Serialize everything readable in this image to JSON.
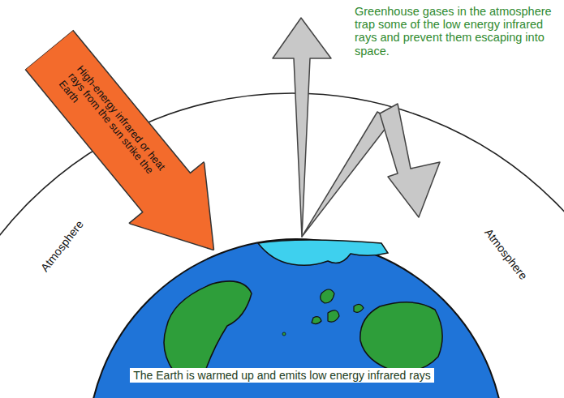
{
  "diagram": {
    "nodes": [
      {
        "text": [
          "High-energy infrared or heat rays from the sun strike the Earth"
        ]
      }
    ],
    "labels": [
      "Greenhouse gases in the atmosphere trap some of the low energy infrared rays and prevent them escaping into space.",
      "Atmosphere",
      "Atmosphere",
      "The Earth is warmed up and emits low energy infrared rays"
    ]
  }
}
